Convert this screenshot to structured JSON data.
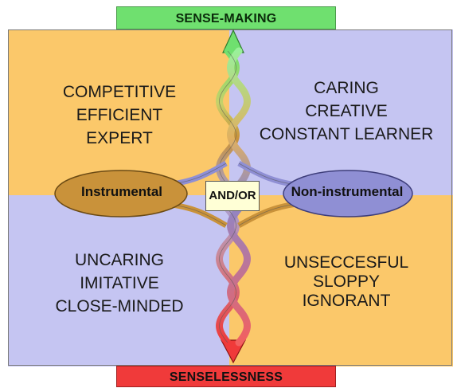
{
  "top_banner": "SENSE-MAKING",
  "bottom_banner": "SENSELESSNESS",
  "quadrants": {
    "top_left": [
      "COMPETITIVE",
      "EFFICIENT",
      "EXPERT"
    ],
    "top_right": [
      "CARING",
      "CREATIVE",
      "CONSTANT LEARNER"
    ],
    "bottom_left": [
      "UNCARING",
      "IMITATIVE",
      "CLOSE-MINDED"
    ],
    "bottom_right": [
      "UNSECCESFUL",
      "SLOPPY",
      "IGNORANT"
    ]
  },
  "left_ellipse": "Instrumental",
  "right_ellipse": "Non-instrumental",
  "center_label": "AND/OR",
  "colors": {
    "orange_quadrant": "#fbc86a",
    "blue_quadrant": "#c5c5f2",
    "sense_making": "#6fe06f",
    "senselessness": "#f03a3a",
    "instrumental": "#c9923a",
    "non_instrumental": "#8f8fd4"
  }
}
